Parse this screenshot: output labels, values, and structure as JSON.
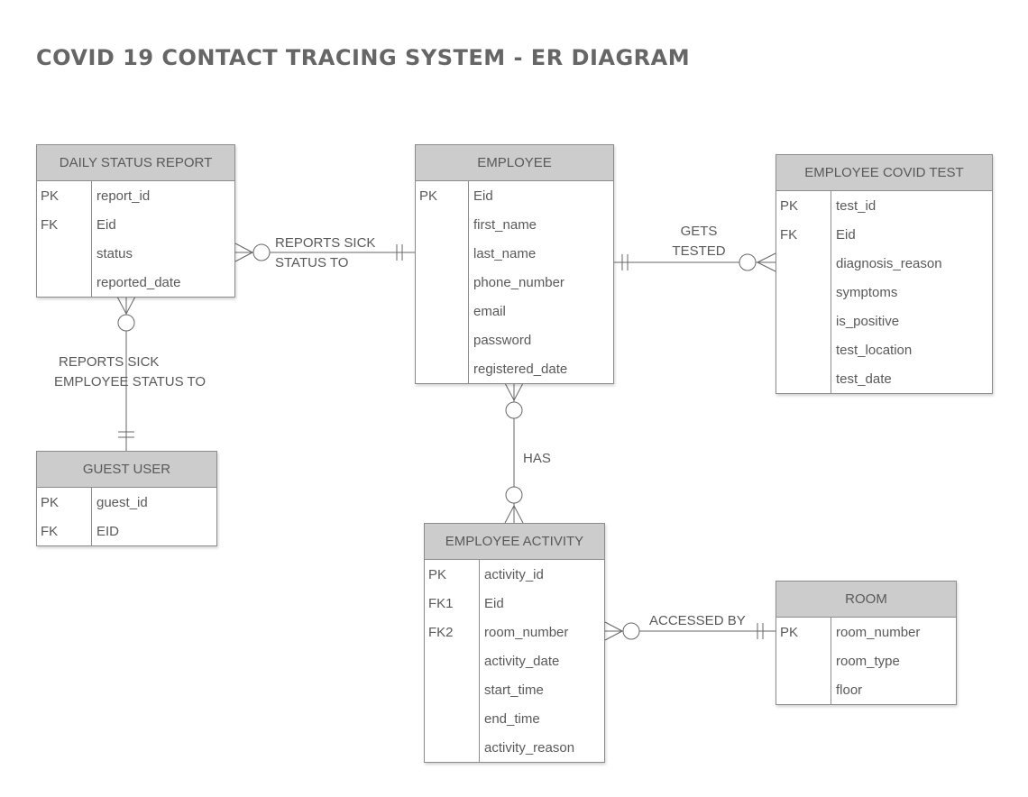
{
  "title": "COVID 19 CONTACT TRACING SYSTEM - ER DIAGRAM",
  "entities": {
    "daily_status_report": {
      "name": "DAILY STATUS REPORT",
      "rows": [
        {
          "key": "PK",
          "field": "report_id"
        },
        {
          "key": "FK",
          "field": "Eid"
        },
        {
          "key": "",
          "field": "status"
        },
        {
          "key": "",
          "field": "reported_date"
        }
      ]
    },
    "employee": {
      "name": "EMPLOYEE",
      "rows": [
        {
          "key": "PK",
          "field": "Eid"
        },
        {
          "key": "",
          "field": "first_name"
        },
        {
          "key": "",
          "field": "last_name"
        },
        {
          "key": "",
          "field": "phone_number"
        },
        {
          "key": "",
          "field": "email"
        },
        {
          "key": "",
          "field": "password"
        },
        {
          "key": "",
          "field": "registered_date"
        }
      ]
    },
    "employee_covid_test": {
      "name": "EMPLOYEE COVID TEST",
      "rows": [
        {
          "key": "PK",
          "field": "test_id"
        },
        {
          "key": "FK",
          "field": "Eid"
        },
        {
          "key": "",
          "field": "diagnosis_reason"
        },
        {
          "key": "",
          "field": "symptoms"
        },
        {
          "key": "",
          "field": "is_positive"
        },
        {
          "key": "",
          "field": "test_location"
        },
        {
          "key": "",
          "field": "test_date"
        }
      ]
    },
    "guest_user": {
      "name": "GUEST USER",
      "rows": [
        {
          "key": "PK",
          "field": "guest_id"
        },
        {
          "key": "FK",
          "field": "EID"
        }
      ]
    },
    "employee_activity": {
      "name": "EMPLOYEE ACTIVITY",
      "rows": [
        {
          "key": "PK",
          "field": "activity_id"
        },
        {
          "key": "FK1",
          "field": "Eid"
        },
        {
          "key": "FK2",
          "field": "room_number"
        },
        {
          "key": "",
          "field": "activity_date"
        },
        {
          "key": "",
          "field": "start_time"
        },
        {
          "key": "",
          "field": "end_time"
        },
        {
          "key": "",
          "field": "activity_reason"
        }
      ]
    },
    "room": {
      "name": "ROOM",
      "rows": [
        {
          "key": "PK",
          "field": "room_number"
        },
        {
          "key": "",
          "field": "room_type"
        },
        {
          "key": "",
          "field": "floor"
        }
      ]
    }
  },
  "relationships": {
    "reports_sick_status": {
      "line1": "REPORTS SICK",
      "line2": "STATUS TO"
    },
    "gets_tested": {
      "line1": "GETS",
      "line2": "TESTED"
    },
    "reports_sick_employee": {
      "line1": "REPORTS SICK",
      "line2": "EMPLOYEE STATUS TO"
    },
    "has": {
      "line1": "HAS"
    },
    "accessed_by": {
      "line1": "ACCESSED BY"
    }
  },
  "colors": {
    "header": "#cccccc",
    "border": "#8c8c8c",
    "text": "#595959",
    "line": "#666666"
  }
}
